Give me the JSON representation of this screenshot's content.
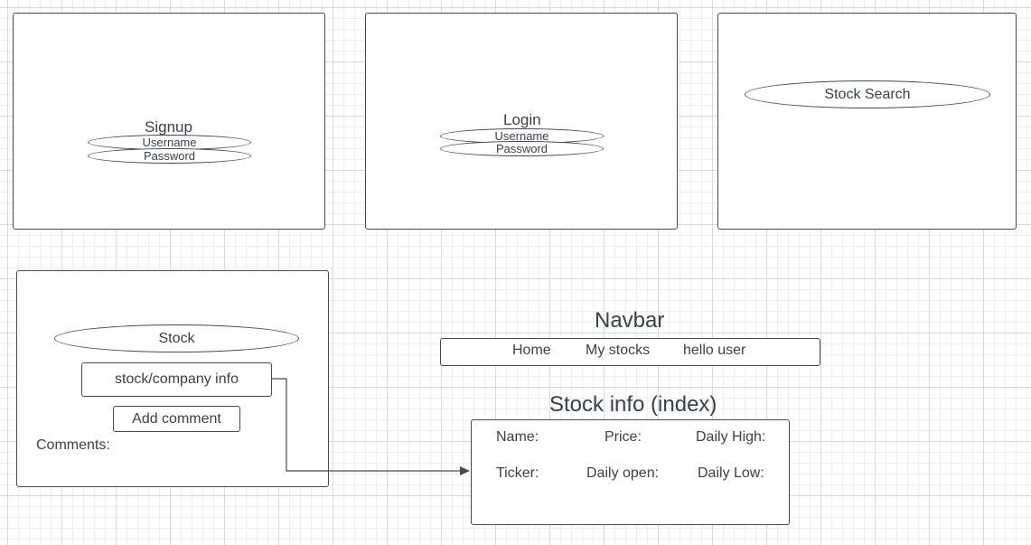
{
  "signup": {
    "title": "Signup",
    "username": "Username",
    "password": "Password"
  },
  "login": {
    "title": "Login",
    "username": "Username",
    "password": "Password"
  },
  "search": {
    "label": "Stock Search"
  },
  "stock_page": {
    "stock_label": "Stock",
    "info_label": "stock/company info",
    "add_comment_label": "Add comment",
    "comments_label": "Comments:"
  },
  "navbar": {
    "title": "Navbar",
    "items": [
      "Home",
      "My stocks",
      "hello user"
    ]
  },
  "stock_info": {
    "title": "Stock info (index)",
    "fields": [
      "Name:",
      "Price:",
      "Daily High:",
      "Ticker:",
      "Daily open:",
      "Daily Low:"
    ]
  },
  "colors": {
    "stroke": "#454b54",
    "text": "#3a414a",
    "grid_major": "#d7dadd",
    "grid_minor": "#eceef0"
  }
}
